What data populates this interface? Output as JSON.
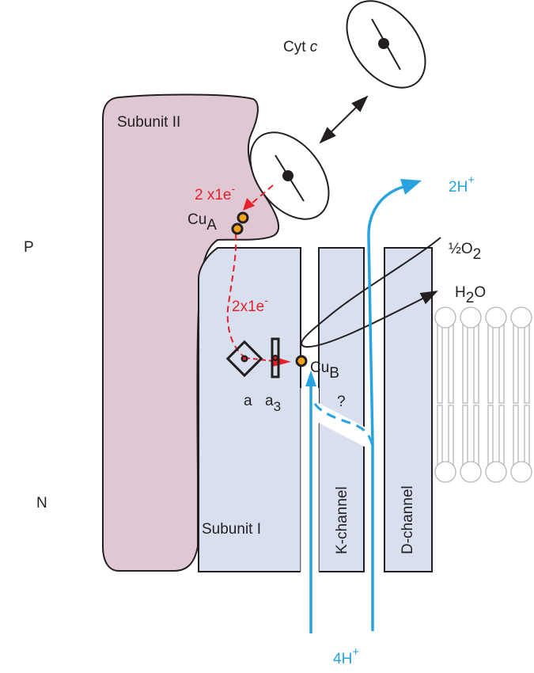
{
  "title": "Cytochrome c oxidase electron and proton transfer scheme",
  "labels": {
    "cyt_c_main": "Cyt ",
    "cyt_c_italic": "c",
    "subunit_ii": "Subunit II",
    "subunit_i": "Subunit I",
    "side_p": "P",
    "side_n": "N",
    "electron_transfer_1_main": "2 x1e",
    "electron_transfer_1_sup": "-",
    "electron_transfer_2_main": "2x1e",
    "electron_transfer_2_sup": "-",
    "cu_a_main": "Cu",
    "cu_a_sub": "A",
    "cu_b_main": "Cu",
    "cu_b_sub": "B",
    "heme_a": "a",
    "heme_a3_main": "a",
    "heme_a3_sub": "3",
    "unknown_path": "?",
    "k_channel": "K-channel",
    "d_channel": "D-channel",
    "protons_out_main": "2H",
    "protons_out_sup": "+",
    "protons_in_main": "4H",
    "protons_in_sup": "+",
    "oxygen_main": "½O",
    "oxygen_sub": "2",
    "water_main": "H",
    "water_sub": "2",
    "water_tail": "O"
  },
  "colors": {
    "subunit_ii_fill": "#dfc7d3",
    "subunit_i_fill": "#d8e0f0",
    "electron_path": "#e8202a",
    "proton_path": "#29a3e0",
    "copper_center": "#f5a21b",
    "outline": "#231f20",
    "lipid": "#b5b5b5"
  }
}
